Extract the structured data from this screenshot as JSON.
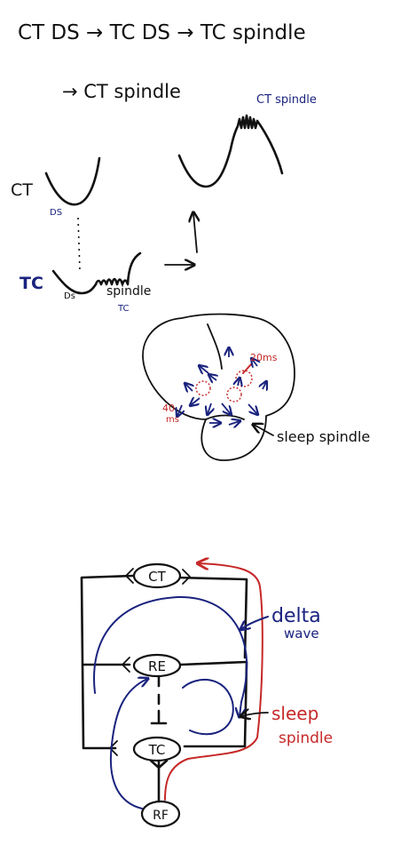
{
  "colors": {
    "ink": "#111111",
    "blue": "#1a237e",
    "red": "#c62828"
  },
  "header": {
    "line1": "CT  DS → TC DS → TC  spindle",
    "line2": "→ CT  spindle"
  },
  "waves": {
    "ct_label": "CT",
    "tc_label": "TC",
    "ct_ds": "DS",
    "tc_ds": "Ds",
    "spindle_label": "spindle",
    "spindle_sub": "TC",
    "ct_spindle_label": "CT spindle"
  },
  "brain": {
    "ms20": "20ms",
    "ms40_a": "40",
    "ms40_b": "ms",
    "sleep_spindle": "sleep spindle"
  },
  "circuit": {
    "ct_node": "CT",
    "re_node": "RE",
    "tc_node": "TC",
    "rf_node": "RF",
    "delta_a": "delta",
    "delta_b": "wave",
    "sleep_a": "sleep",
    "sleep_b": "spindle"
  }
}
